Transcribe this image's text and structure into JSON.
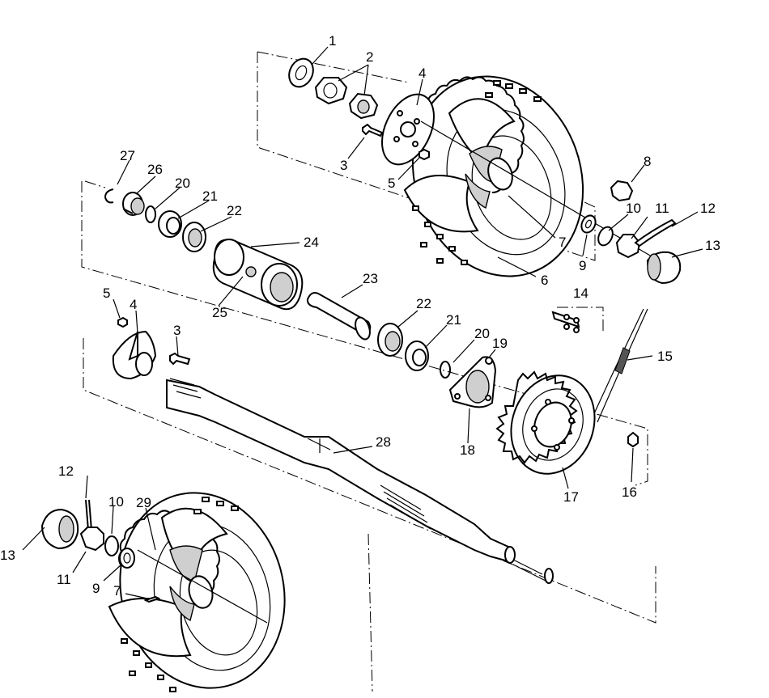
{
  "diagram": {
    "labels": {
      "p1": "1",
      "p2": "2",
      "p3a": "3",
      "p4a": "4",
      "p5a": "5",
      "p6": "6",
      "p7a": "7",
      "p8": "8",
      "p9a": "9",
      "p10a": "10",
      "p11a": "11",
      "p12a": "12",
      "p13a": "13",
      "p14": "14",
      "p15": "15",
      "p16": "16",
      "p17": "17",
      "p18": "18",
      "p19": "19",
      "p20a": "20",
      "p21a": "21",
      "p22a": "22",
      "p23": "23",
      "p24": "24",
      "p25": "25",
      "p26": "26",
      "p27": "27",
      "p28": "28",
      "p29": "29",
      "p5b": "5",
      "p4b": "4",
      "p3b": "3",
      "p22b": "22",
      "p21b": "21",
      "p20b": "20",
      "p12b": "12",
      "p13b": "13",
      "p10b": "10",
      "p11b": "11",
      "p9b": "9",
      "p7b": "7"
    }
  }
}
